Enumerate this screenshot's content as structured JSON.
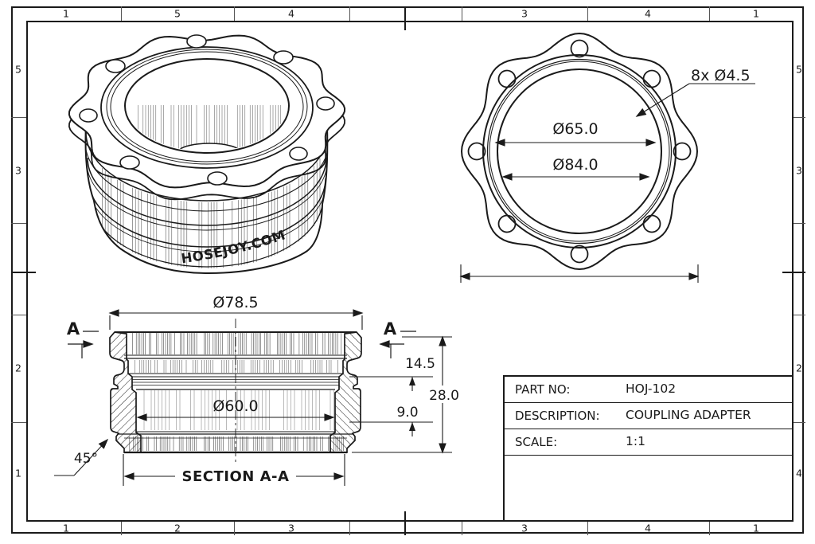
{
  "sheet": {
    "bg": "#ffffff",
    "line_color": "#1a1a1a"
  },
  "grid": {
    "top": [
      "1",
      "5",
      "4",
      "3",
      "4",
      "1"
    ],
    "bottom": [
      "1",
      "2",
      "3",
      "3",
      "4",
      "1"
    ],
    "left": [
      "5",
      "3",
      "2",
      "1"
    ],
    "right": [
      "5",
      "3",
      "2",
      "4"
    ]
  },
  "iso_view": {
    "brand": "HOSEJOY.COM"
  },
  "front_view": {
    "bore_dim": "Ø65.0",
    "bolt_circle_dim": "Ø84.0",
    "holes_callout": "8x Ø4.5"
  },
  "section_view": {
    "od_dim": "Ø78.5",
    "bore_dim": "Ø60.0",
    "depth_dim": "14.5",
    "height_dim": "28.0",
    "step_dim": "9.0",
    "chamfer_dim": "45°",
    "label": "SECTION A-A",
    "cut_label_left": "A",
    "cut_label_right": "A"
  },
  "title_block": {
    "rows": [
      {
        "label": "PART NO:",
        "value": "HOJ-102"
      },
      {
        "label": "DESCRIPTION:",
        "value": "COUPLING ADAPTER"
      },
      {
        "label": "SCALE:",
        "value": "1:1"
      }
    ]
  }
}
